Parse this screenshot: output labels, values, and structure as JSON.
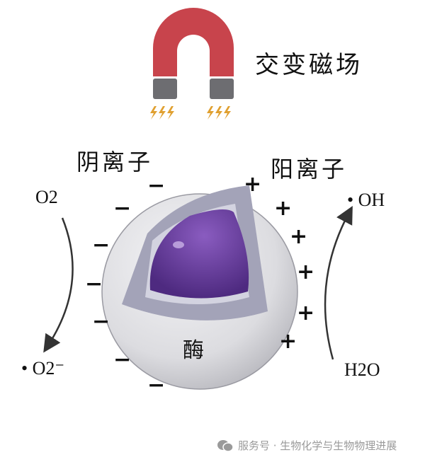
{
  "title": "交变磁场",
  "labels": {
    "anion": "阴离子",
    "cation": "阳离子",
    "enzyme": "酶"
  },
  "chem": {
    "o2": "O2",
    "superoxide": "• O2⁻",
    "hydroxyl": "• OH",
    "water": "H2O"
  },
  "signs": {
    "minus": "−",
    "plus": "+"
  },
  "watermark": "服务号 · 生物化学与生物物理进展",
  "colors": {
    "magnet": "#c8444c",
    "pole": "#6d6d71",
    "spark": "#e0a030",
    "core": "#6a3d9a"
  }
}
